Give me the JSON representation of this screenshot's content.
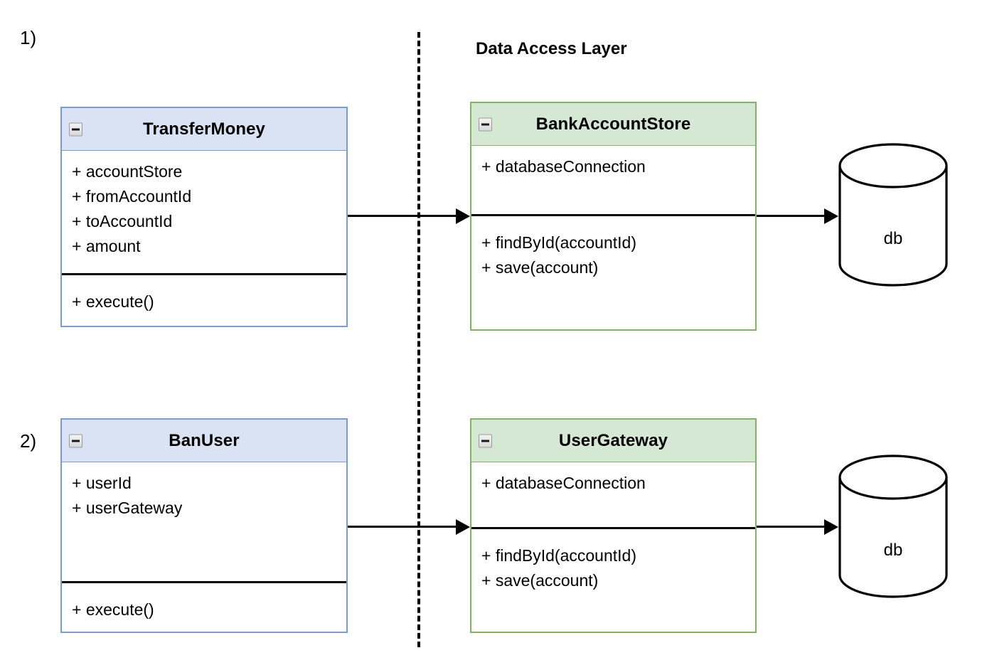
{
  "diagram": {
    "title": "Data Access Layer",
    "divider_name": "layer-divider"
  },
  "steps": [
    {
      "id": "1",
      "label": "1)"
    },
    {
      "id": "2",
      "label": "2)"
    }
  ],
  "classes": [
    {
      "name": "TransferMoney",
      "color": "blue",
      "icon": "collapse-minus-icon",
      "attributes": [
        "+ accountStore",
        "+ fromAccountId",
        "+ toAccountId",
        "+ amount"
      ],
      "methods": [
        "+ execute()"
      ]
    },
    {
      "name": "BankAccountStore",
      "color": "green",
      "icon": "collapse-minus-icon",
      "attributes": [
        "+ databaseConnection"
      ],
      "methods": [
        "+ findById(accountId)",
        "+ save(account)"
      ]
    },
    {
      "name": "BanUser",
      "color": "blue",
      "icon": "collapse-minus-icon",
      "attributes": [
        "+ userId",
        "+ userGateway"
      ],
      "methods": [
        "+ execute()"
      ]
    },
    {
      "name": "UserGateway",
      "color": "green",
      "icon": "collapse-minus-icon",
      "attributes": [
        "+ databaseConnection"
      ],
      "methods": [
        "+ findById(accountId)",
        "+ save(account)"
      ]
    }
  ],
  "databases": [
    {
      "label": "db"
    },
    {
      "label": "db"
    }
  ],
  "colors": {
    "blue_fill": "#dae3f3",
    "blue_border": "#7b9ccd",
    "green_fill": "#d5e8d4",
    "green_border": "#82b366",
    "stroke": "#000000",
    "background": "#ffffff"
  }
}
